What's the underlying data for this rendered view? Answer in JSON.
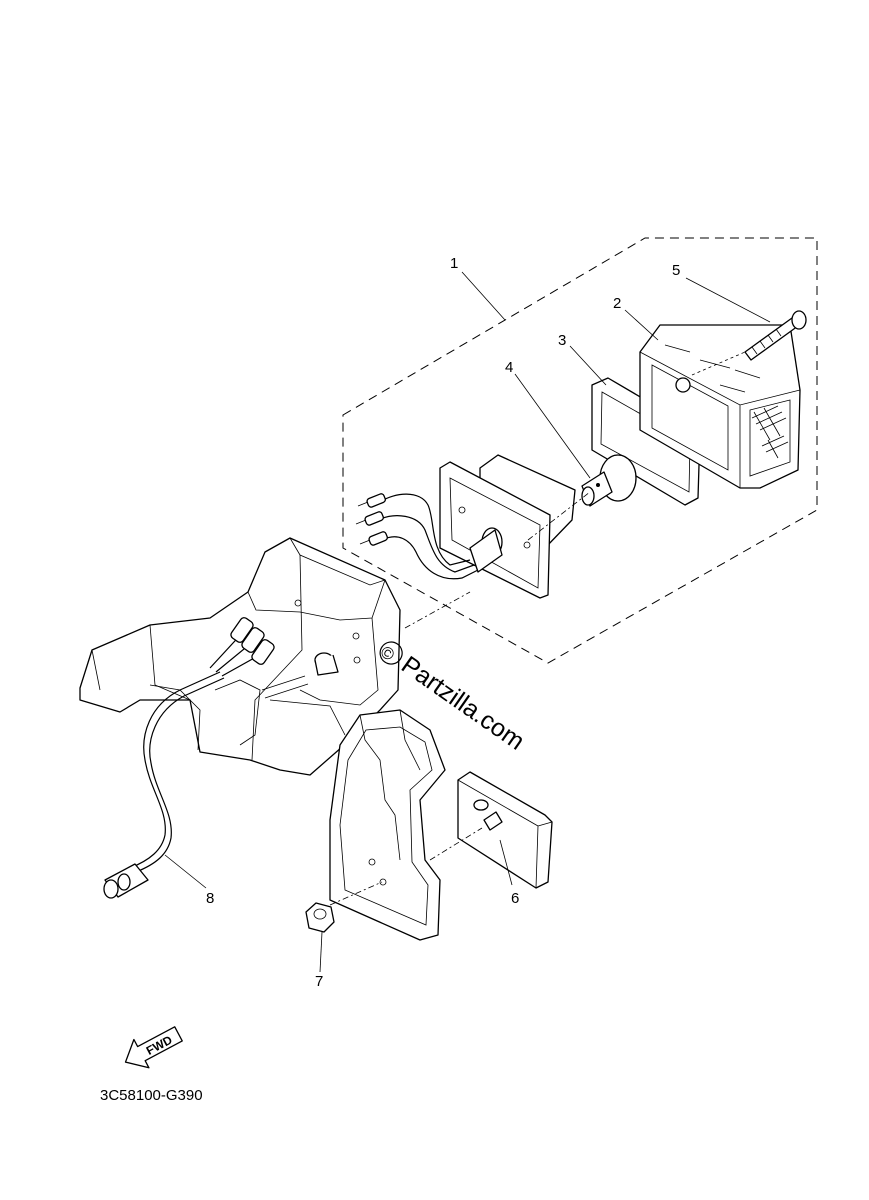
{
  "callouts": {
    "c1": "1",
    "c2": "2",
    "c3": "3",
    "c4": "4",
    "c5": "5",
    "c6": "6",
    "c7": "7",
    "c8": "8"
  },
  "watermark": "Partzilla.com",
  "watermark_symbol": "©",
  "fwd_label": "FWD",
  "part_code": "3C58100-G390"
}
